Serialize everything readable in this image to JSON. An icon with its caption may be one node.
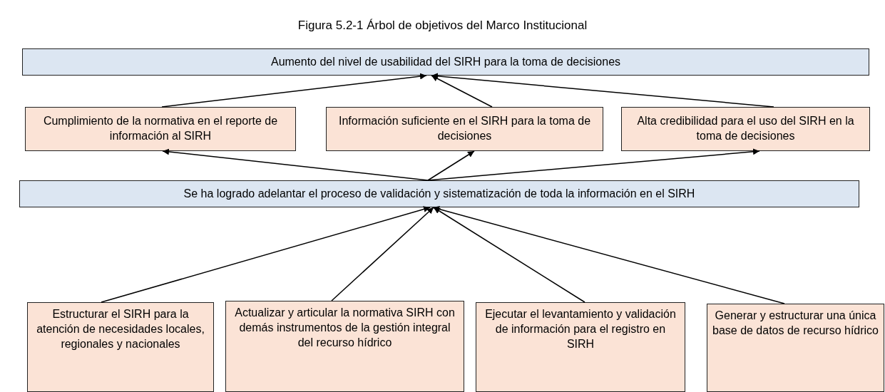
{
  "diagram": {
    "title": "Figura 5.2-1 Árbol de objetivos del Marco Institucional",
    "nodes": [
      {
        "text": [
          "Aumento del nivel de usabilidad del SIRH para la toma de decisiones"
        ]
      },
      {
        "text": [
          "Cumplimiento de la normativa en el reporte de información al SIRH"
        ]
      },
      {
        "text": [
          "Información suficiente en el SIRH para la toma de decisiones"
        ]
      },
      {
        "text": [
          "Alta credibilidad para el uso del SIRH en la toma de decisiones"
        ]
      },
      {
        "text": [
          "Se ha logrado adelantar el proceso de validación y sistematización de toda la información en el SIRH"
        ]
      },
      {
        "text": [
          "Estructurar el SIRH para la atención de necesidades locales, regionales y nacionales"
        ]
      },
      {
        "text": [
          "Actualizar y articular la normativa SIRH con demás instrumentos de la gestión integral del recurso hídrico"
        ]
      },
      {
        "text": [
          "Ejecutar el levantamiento y validación de información para el registro en SIRH"
        ]
      },
      {
        "text": [
          "Generar y estructurar una única base de datos de recurso hídrico"
        ]
      }
    ],
    "edges": [
      {
        "from": 1,
        "to": 0,
        "arrow": "to"
      },
      {
        "from": 2,
        "to": 0,
        "arrow": "to"
      },
      {
        "from": 3,
        "to": 0,
        "arrow": "to"
      },
      {
        "from": 4,
        "to": 1,
        "arrow": "to"
      },
      {
        "from": 4,
        "to": 2,
        "arrow": "to"
      },
      {
        "from": 4,
        "to": 3,
        "arrow": "to"
      },
      {
        "from": 5,
        "to": 4,
        "arrow": "to"
      },
      {
        "from": 6,
        "to": 4,
        "arrow": "to"
      },
      {
        "from": 7,
        "to": 4,
        "arrow": "to"
      },
      {
        "from": 8,
        "to": 4,
        "arrow": "to"
      }
    ]
  }
}
